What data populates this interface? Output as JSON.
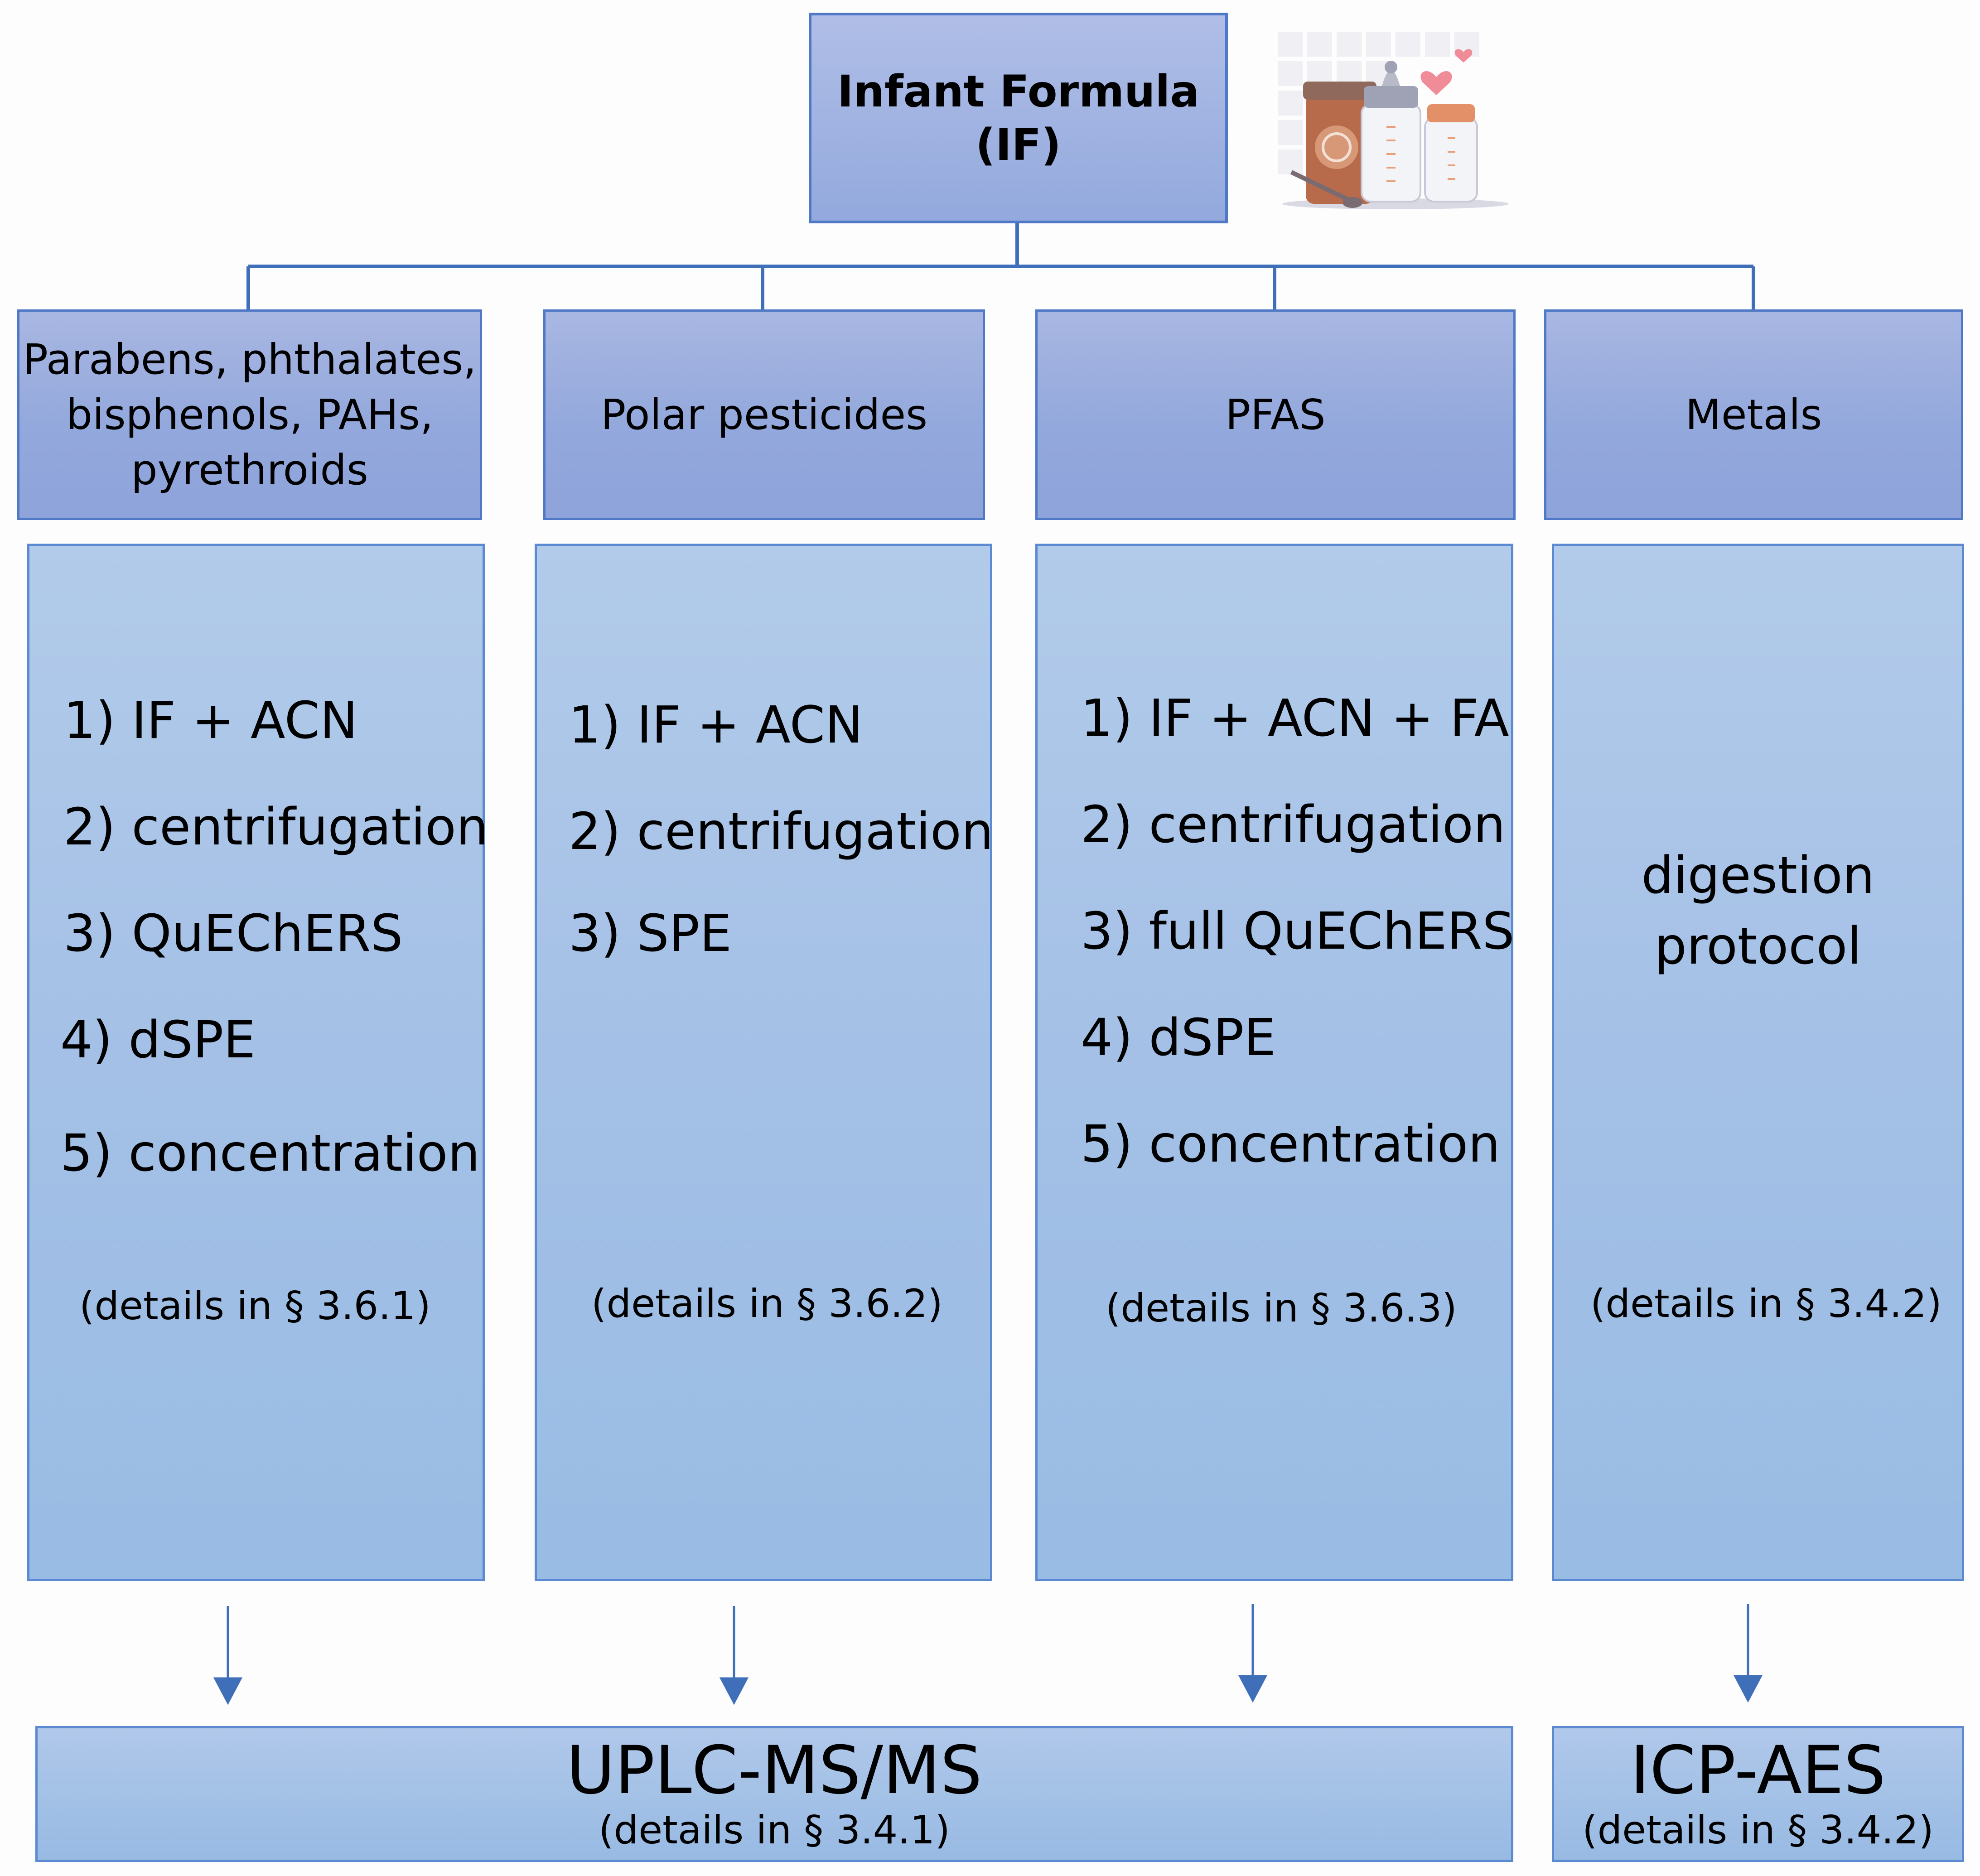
{
  "root": {
    "title": "Infant Formula",
    "subtitle": "(IF)"
  },
  "illustration": {
    "icon": "infant-formula-bottles-icon"
  },
  "columns": [
    {
      "header": [
        "Parabens, phthalates,",
        "bisphenols, PAHs,",
        "pyrethroids"
      ],
      "steps": [
        "1)  IF + ACN",
        "2)  centrifugation",
        "3) QuEChERS",
        "4) dSPE",
        "5) concentration"
      ],
      "details": "(details in § 3.6.1)"
    },
    {
      "header": [
        "Polar pesticides"
      ],
      "steps": [
        "1)  IF + ACN",
        "2)  centrifugation",
        "3) SPE"
      ],
      "details": "(details in § 3.6.2)"
    },
    {
      "header": [
        "PFAS"
      ],
      "steps": [
        "1) IF + ACN + FA",
        "2) centrifugation",
        "3) full QuEChERS",
        "4) dSPE",
        "5) concentration"
      ],
      "details": "(details in § 3.6.3)"
    },
    {
      "header": [
        "Metals"
      ],
      "steps": [
        "digestion",
        "protocol"
      ],
      "details": "(details in § 3.4.2)"
    }
  ],
  "outputs": [
    {
      "title": "UPLC-MS/MS",
      "details": "(details in § 3.4.1)"
    },
    {
      "title": "ICP-AES",
      "details": "(details in § 3.4.2)"
    }
  ],
  "colors": {
    "line": "#3f6fb8",
    "header_border": "#4f79c6",
    "box_border": "#5b8ad0"
  }
}
